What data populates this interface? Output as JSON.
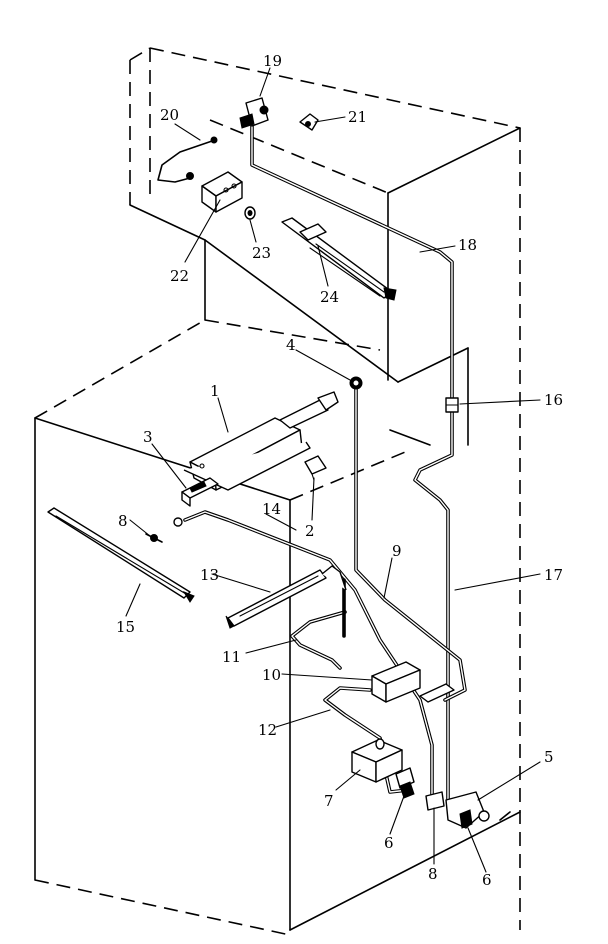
{
  "diagram": {
    "callouts": {
      "c1": "1",
      "c2": "2",
      "c3": "3",
      "c4": "4",
      "c5": "5",
      "c6a": "6",
      "c6b": "6",
      "c7": "7",
      "c8a": "8",
      "c8b": "8",
      "c9": "9",
      "c10": "10",
      "c11": "11",
      "c12": "12",
      "c13": "13",
      "c14": "14",
      "c15": "15",
      "c16": "16",
      "c17": "17",
      "c18": "18",
      "c19": "19",
      "c20": "20",
      "c21": "21",
      "c22": "22",
      "c23": "23",
      "c24": "24"
    }
  }
}
